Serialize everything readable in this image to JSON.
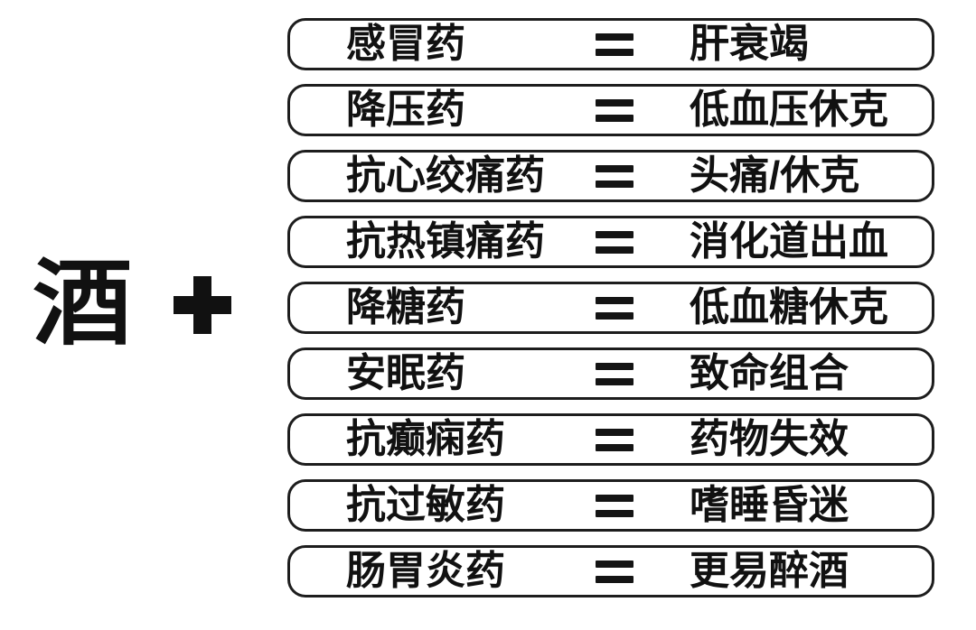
{
  "page": {
    "background_color": "#ffffff",
    "text_color": "#111111",
    "box_border_color": "#1d1d1d"
  },
  "left": {
    "alcohol_label": "酒",
    "plus_icon": "plus"
  },
  "equals_symbol": "=",
  "rows": [
    {
      "drug": "感冒药",
      "effect": "肝衰竭"
    },
    {
      "drug": "降压药",
      "effect": "低血压休克"
    },
    {
      "drug": "抗心绞痛药",
      "effect": "头痛/休克"
    },
    {
      "drug": "抗热镇痛药",
      "effect": "消化道出血"
    },
    {
      "drug": "降糖药",
      "effect": "低血糖休克"
    },
    {
      "drug": "安眠药",
      "effect": "致命组合"
    },
    {
      "drug": "抗癫痫药",
      "effect": "药物失效"
    },
    {
      "drug": "抗过敏药",
      "effect": "嗜睡昏迷"
    },
    {
      "drug": "肠胃炎药",
      "effect": "更易醉酒"
    }
  ]
}
